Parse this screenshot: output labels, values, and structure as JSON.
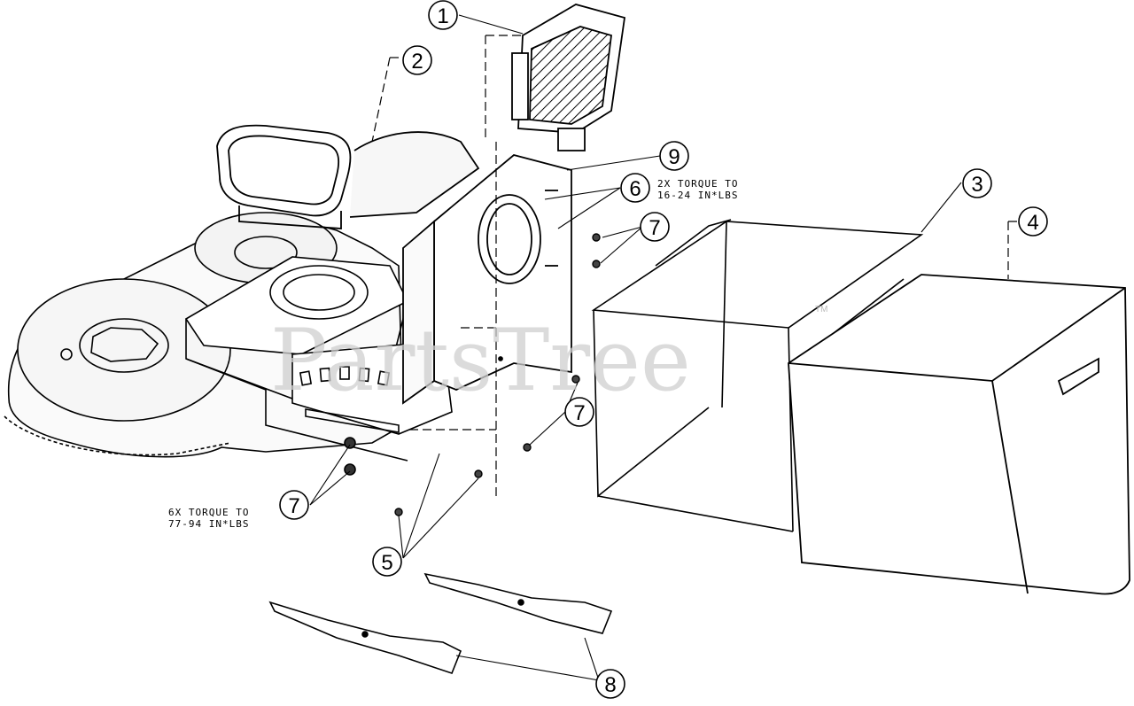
{
  "watermark": {
    "text": "PartsTree",
    "tm": "TM"
  },
  "callouts": [
    {
      "id": "c1a",
      "number": "1"
    },
    {
      "id": "c2",
      "number": "2"
    },
    {
      "id": "c3",
      "number": "3"
    },
    {
      "id": "c4",
      "number": "4"
    },
    {
      "id": "c5",
      "number": "5"
    },
    {
      "id": "c6",
      "number": "6"
    },
    {
      "id": "c7a",
      "number": "7"
    },
    {
      "id": "c7b",
      "number": "7"
    },
    {
      "id": "c7c",
      "number": "7"
    },
    {
      "id": "c8",
      "number": "8"
    },
    {
      "id": "c9",
      "number": "9"
    }
  ],
  "notes": {
    "torque_upper": [
      "2X TORQUE TO",
      "16-24 IN*LBS"
    ],
    "torque_lower": [
      "6X TORQUE TO",
      "77-94 IN*LBS"
    ]
  }
}
